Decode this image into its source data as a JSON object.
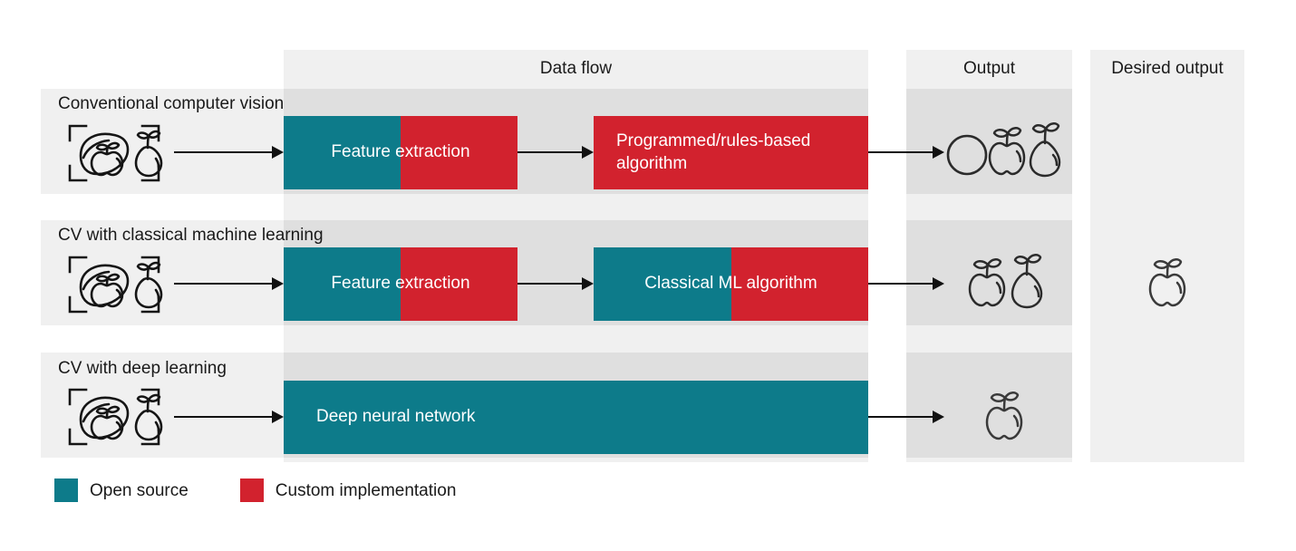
{
  "columns": [
    {
      "id": "data-flow",
      "label": "Data flow"
    },
    {
      "id": "output",
      "label": "Output"
    },
    {
      "id": "desired-output",
      "label": "Desired output"
    }
  ],
  "rows": [
    {
      "id": "conventional-computer-vision",
      "label": "Conventional computer vision",
      "input_icon": "fruit-bracket-frame-icon",
      "stages": [
        {
          "id": "feature-extraction",
          "label": "Feature extraction",
          "split": 0.5,
          "align": "center"
        },
        {
          "id": "programmed-rules-based-algorithm",
          "label": "Programmed/rules-based algorithm",
          "split": 0.0,
          "align": "left"
        }
      ],
      "output_icons": [
        "circle-icon",
        "apple-icon",
        "pear-icon"
      ],
      "desired_output_icons": []
    },
    {
      "id": "cv-with-classical-machine-learning",
      "label": "CV with classical machine learning",
      "input_icon": "fruit-bracket-frame-icon",
      "stages": [
        {
          "id": "feature-extraction",
          "label": "Feature extraction",
          "split": 0.5,
          "align": "center"
        },
        {
          "id": "classical-ml-algorithm",
          "label": "Classical ML algorithm",
          "split": 0.5,
          "align": "center"
        }
      ],
      "output_icons": [
        "apple-icon",
        "pear-icon"
      ],
      "desired_output_icons": [
        "apple-icon"
      ]
    },
    {
      "id": "cv-with-deep-learning",
      "label": "CV with deep learning",
      "input_icon": "fruit-bracket-frame-icon",
      "stages": [
        {
          "id": "deep-neural-network",
          "label": "Deep neural network",
          "split": 1.0,
          "align": "left"
        }
      ],
      "output_icons": [
        "apple-icon"
      ],
      "desired_output_icons": []
    }
  ],
  "legend": {
    "items": [
      {
        "id": "open-source",
        "label": "Open source",
        "color": "#0d7b8a"
      },
      {
        "id": "custom-implementation",
        "label": "Custom implementation",
        "color": "#d2222e"
      }
    ]
  },
  "colors": {
    "open_source": "#0d7b8a",
    "custom_implementation": "#d2222e",
    "band_light": "#f0f0f0",
    "band_dark": "#dfdfdf",
    "text": "#1a1a1a",
    "arrow": "#111111",
    "background": "#ffffff"
  }
}
